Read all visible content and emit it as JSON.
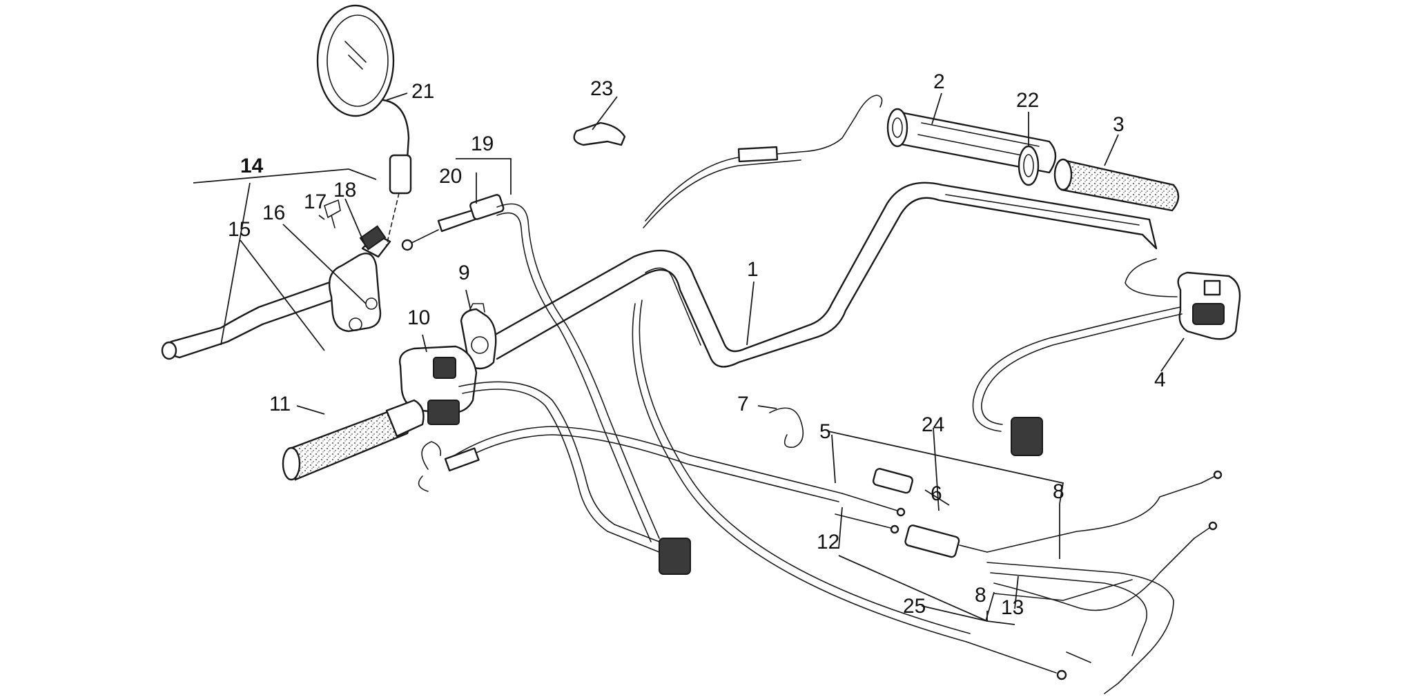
{
  "diagram": {
    "callouts": [
      "1",
      "2",
      "3",
      "4",
      "5",
      "6",
      "7",
      "8",
      "8",
      "9",
      "10",
      "11",
      "12",
      "13",
      "14",
      "15",
      "16",
      "17",
      "18",
      "19",
      "20",
      "21",
      "22",
      "23",
      "24",
      "25"
    ]
  }
}
